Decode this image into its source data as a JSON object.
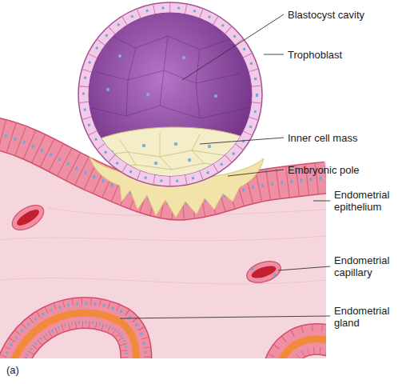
{
  "diagram": {
    "labels": [
      "Blastocyst cavity",
      "Trophoblast",
      "Inner cell mass",
      "Embryonic pole",
      "Endometrial epithelium",
      "Endometrial capillary",
      "Endometrial gland",
      "(a)"
    ]
  }
}
